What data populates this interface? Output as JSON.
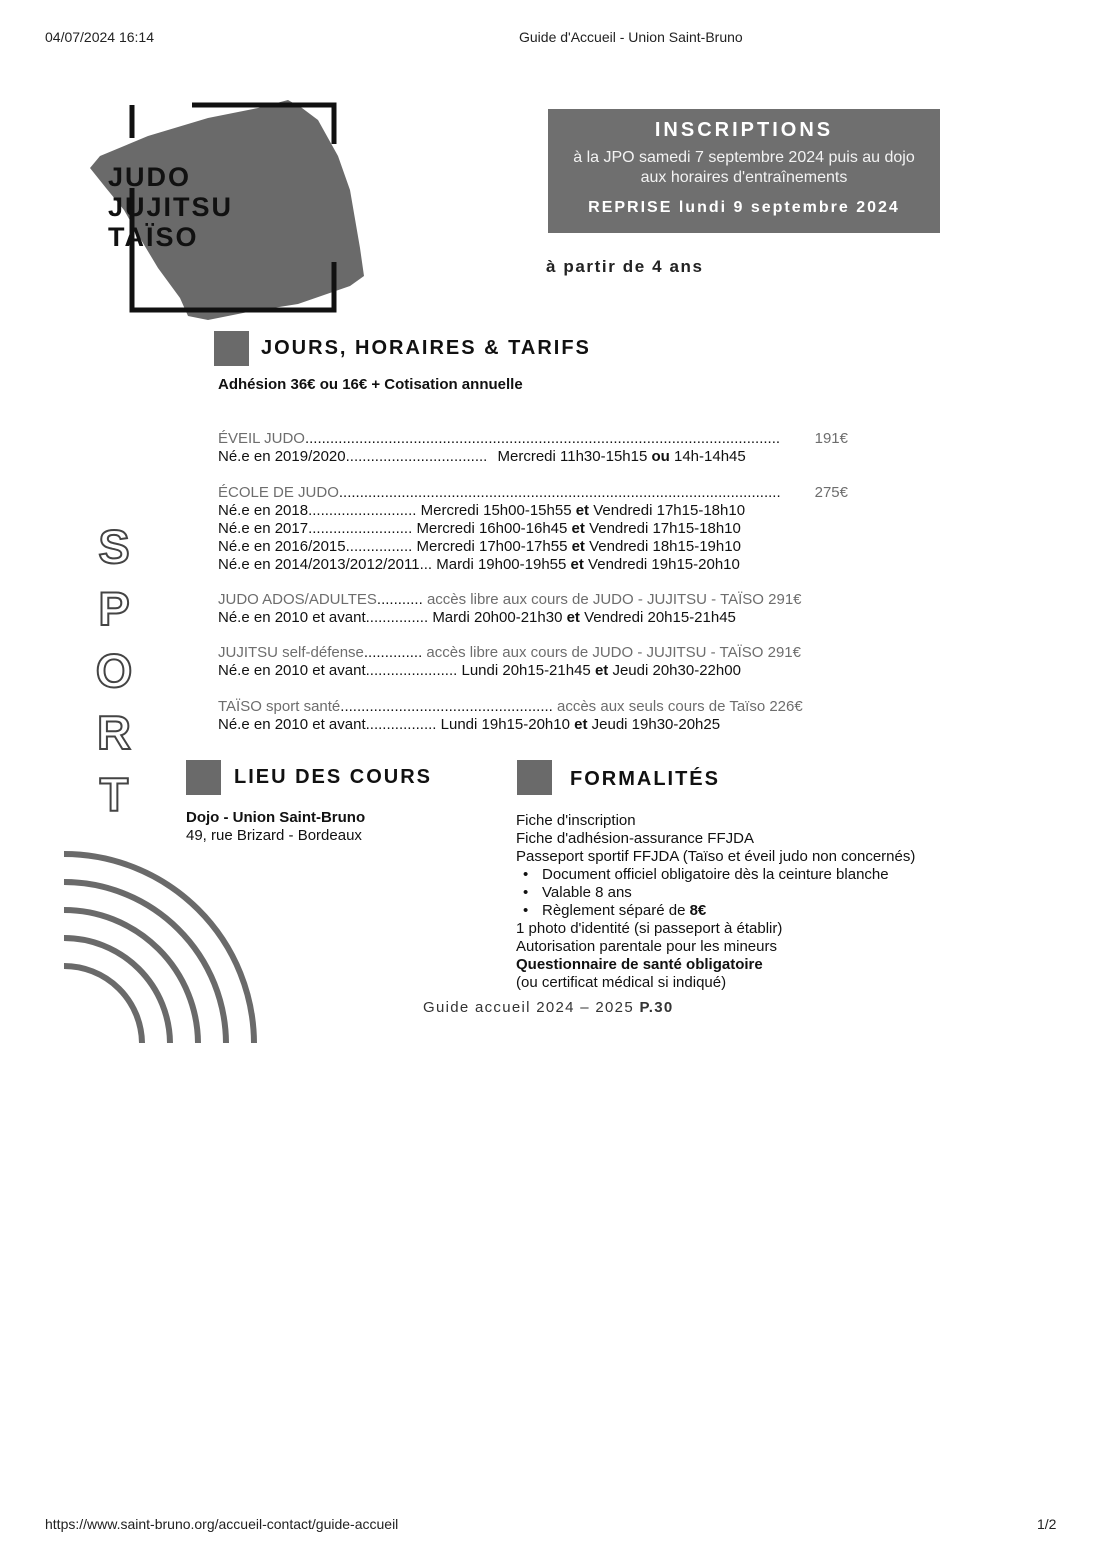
{
  "browser": {
    "timestamp": "04/07/2024 16:14",
    "title": "Guide d'Accueil - Union Saint-Bruno",
    "url": "https://www.saint-bruno.org/accueil-contact/guide-accueil",
    "page": "1/2"
  },
  "brand": {
    "line1": "JUDO",
    "line2": "JUJITSU",
    "line3": "TAÏSO"
  },
  "inscriptions": {
    "title": "INSCRIPTIONS",
    "line1": "à la JPO samedi 7 septembre 2024 puis au dojo",
    "line2": "aux horaires d'entraînements",
    "reprise_label": "REPRISE",
    "reprise_date": "lundi 9 septembre 2024"
  },
  "age": "à partir de 4 ans",
  "sections": {
    "horaires": "JOURS, HORAIRES & TARIFS",
    "lieu": "LIEU DES COURS",
    "formalites": "FORMALITÉS"
  },
  "adhesion": "Adhésion 36€ ou 16€  + Cotisation annuelle",
  "schedule": {
    "eveil": {
      "name": "ÉVEIL JUDO",
      "dots": "..................................................................................................................",
      "price": "191€",
      "r1_label": "Né.e en 2019/2020",
      "r1_dots": "..................................",
      "r1_a": "Mercredi 11h30-15h15",
      "r1_b": "ou",
      "r1_c": "14h-14h45"
    },
    "ecole": {
      "name": "ÉCOLE DE JUDO",
      "dots": "..........................................................................................................",
      "price": "275€",
      "r1_label": "Né.e en 2018",
      "r1_dots": "..........................",
      "r1_a": "Mercredi 15h00-15h55",
      "r1_c": "Vendredi 17h15-18h10",
      "r2_label": "Né.e en 2017",
      "r2_dots": ".........................",
      "r2_a": "Mercredi 16h00-16h45",
      "r2_c": "Vendredi 17h15-18h10",
      "r3_label": "Né.e en 2016/2015",
      "r3_dots": "................",
      "r3_a": "Mercredi 17h00-17h55",
      "r3_c": "Vendredi 18h15-19h10",
      "r4_label": "Né.e en 2014/2013/2012/2011",
      "r4_dots": "...",
      "r4_a": "Mardi 19h00-19h55",
      "r4_c": "Vendredi 19h15-20h10"
    },
    "ados": {
      "name": "JUDO ADOS/ADULTES",
      "dots": "...........",
      "access": "accès libre aux cours de JUDO - JUJITSU - TAÏSO 291€",
      "r1_label": "Né.e en 2010 et avant",
      "r1_dots": "...............",
      "r1_a": "Mardi 20h00-21h30",
      "r1_c": "Vendredi 20h15-21h45"
    },
    "jujitsu": {
      "name": "JUJITSU self-défense",
      "dots": "..............",
      "access": "accès libre aux cours de JUDO - JUJITSU - TAÏSO 291€",
      "r1_label": "Né.e en 2010 et avant",
      "r1_dots": "......................",
      "r1_a": "Lundi 20h15-21h45",
      "r1_c": "Jeudi 20h30-22h00"
    },
    "taiso": {
      "name": "TAÏSO sport santé",
      "dots": "...................................................",
      "access": "accès aux seuls cours de Taïso 226€",
      "r1_label": "Né.e en 2010 et avant",
      "r1_dots": ".................",
      "r1_a": "Lundi 19h15-20h10",
      "r1_c": "Jeudi 19h30-20h25"
    },
    "et": "et"
  },
  "sport": [
    "S",
    "P",
    "O",
    "R",
    "T"
  ],
  "lieu": {
    "name": "Dojo - Union Saint-Bruno",
    "address": "49, rue Brizard - Bordeaux"
  },
  "formalites": {
    "l1": "Fiche d'inscription",
    "l2": "Fiche d'adhésion-assurance FFJDA",
    "l3": "Passeport sportif FFJDA (Taïso et éveil judo non concernés)",
    "b1": "Document officiel obligatoire dès la ceinture blanche",
    "b2": "Valable 8 ans",
    "b3_a": "Règlement séparé de ",
    "b3_b": "8€",
    "l4": "1 photo d'identité (si passeport à établir)",
    "l5": "Autorisation parentale pour les mineurs",
    "l6": "Questionnaire de santé obligatoire",
    "l7": "(ou certificat médical si indiqué)"
  },
  "guide": {
    "text": "Guide accueil 2024 – 2025 ",
    "page": "P.30"
  }
}
